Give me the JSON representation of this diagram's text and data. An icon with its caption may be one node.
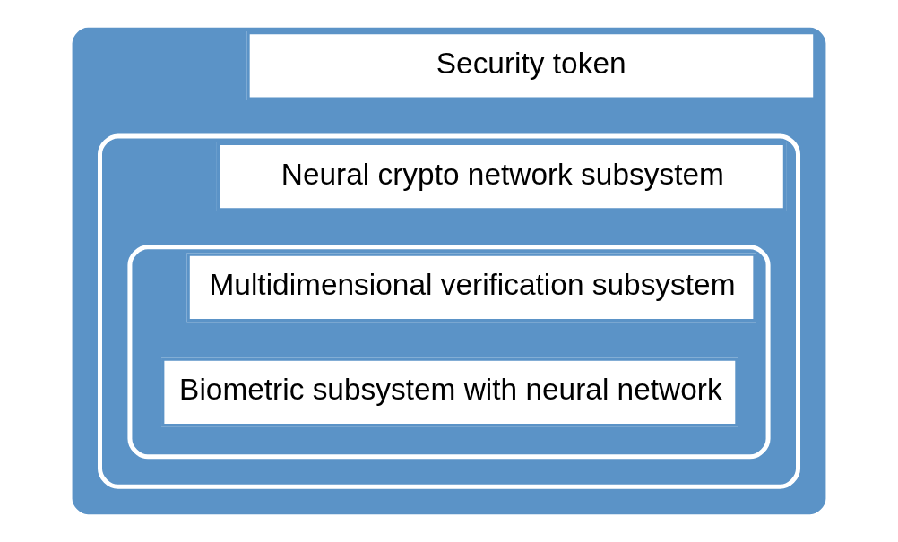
{
  "diagram": {
    "nodes": [
      {
        "text": [
          "Security token"
        ]
      },
      {
        "text": [
          "Neural crypto network subsystem"
        ],
        "in": 0
      },
      {
        "text": [
          "Multidimensional verification subsystem"
        ],
        "in": 1
      },
      {
        "text": [
          "Biometric subsystem with neural network"
        ],
        "in": 2
      }
    ]
  }
}
